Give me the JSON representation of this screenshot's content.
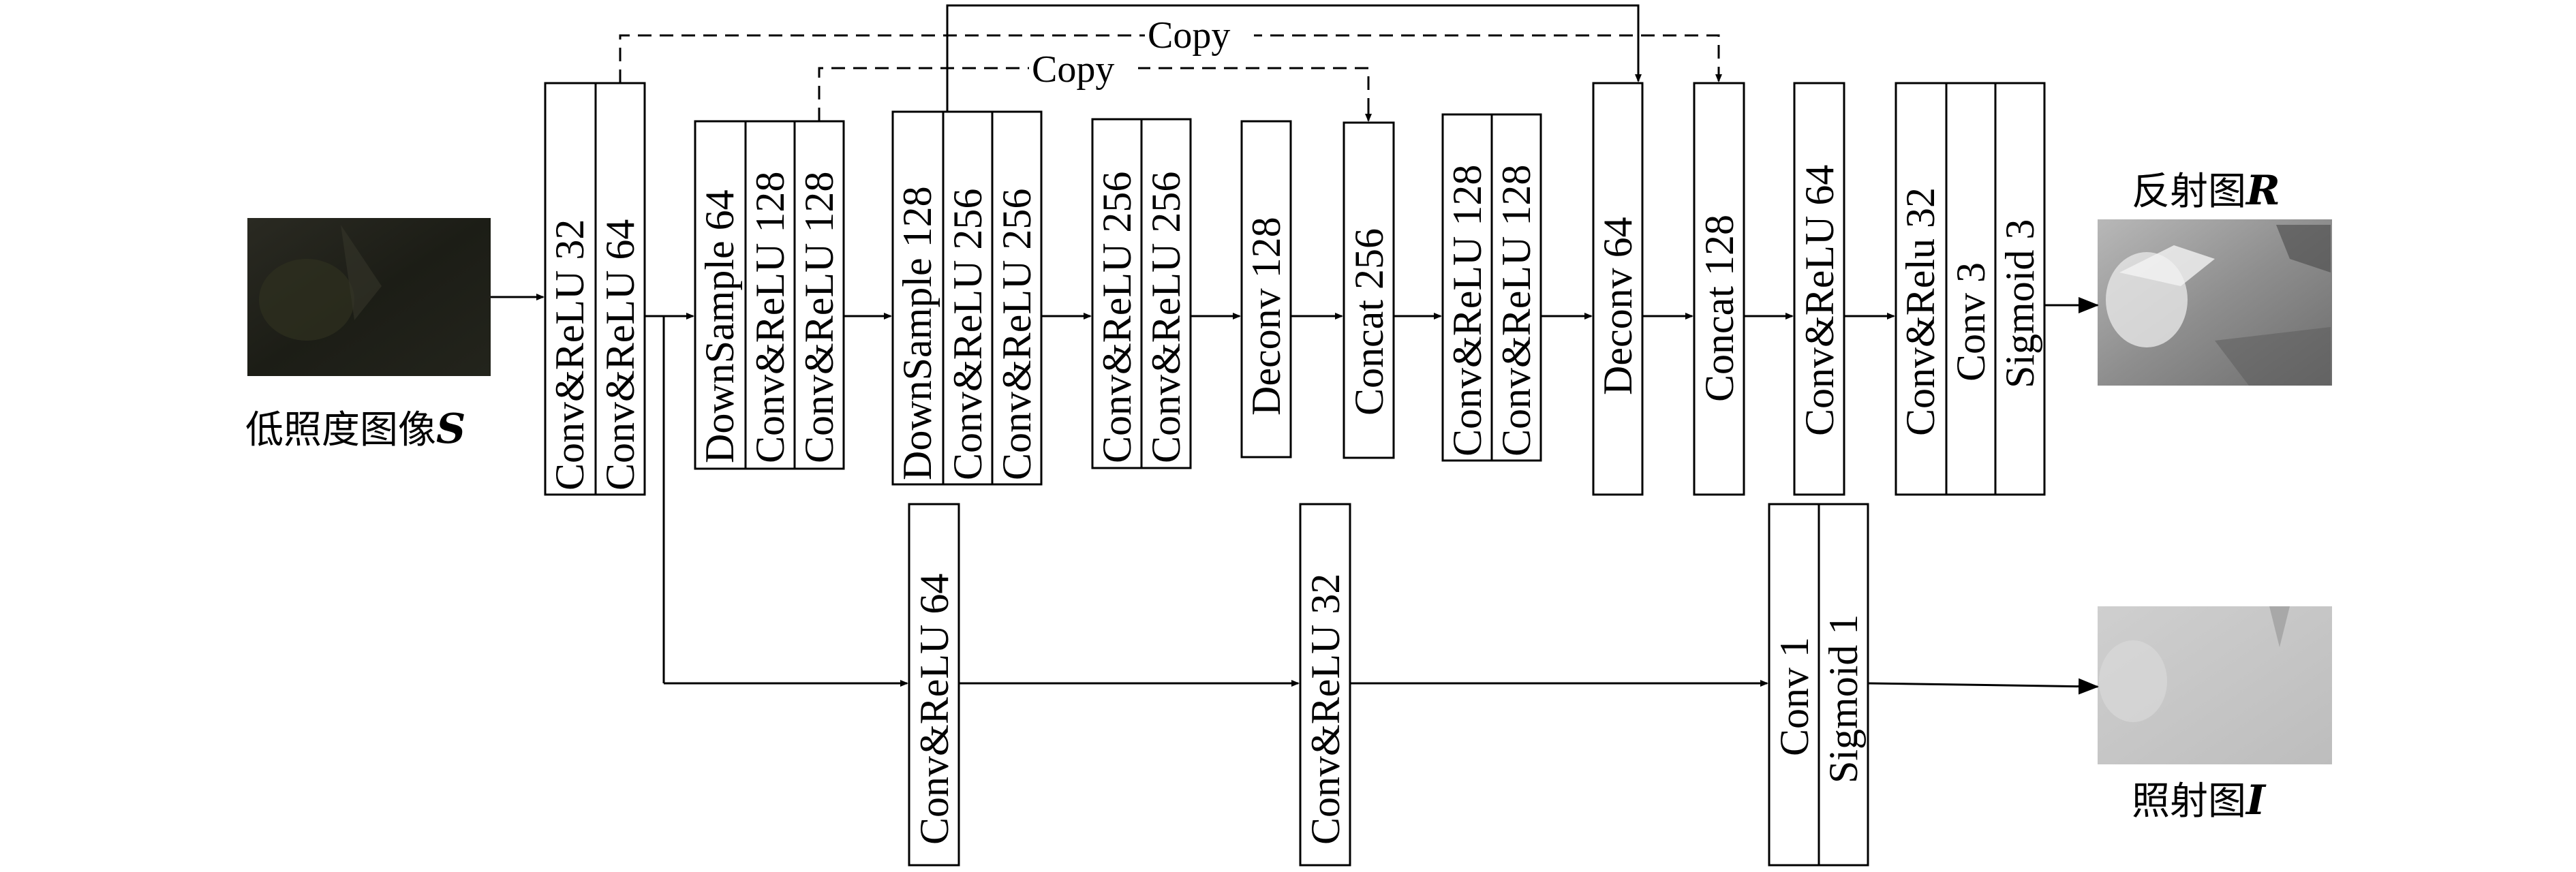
{
  "input": {
    "caption": "低照度图像",
    "symbol": "S"
  },
  "outputs": {
    "reflectance": {
      "caption": "反射图",
      "symbol": "R"
    },
    "illumination": {
      "caption": "照射图",
      "symbol": "I"
    }
  },
  "copy_label": "Copy",
  "blocks": {
    "b1": [
      "Conv&ReLU 32",
      "Conv&ReLU 64"
    ],
    "b2": [
      "DownSample 64",
      "Conv&ReLU 128",
      "Conv&ReLU 128"
    ],
    "b3": [
      "DownSample 128",
      "Conv&ReLU 256",
      "Conv&ReLU 256"
    ],
    "b4": [
      "Conv&ReLU 256",
      "Conv&ReLU 256"
    ],
    "b5": [
      "Deconv 128"
    ],
    "b6": [
      "Concat 256"
    ],
    "b7": [
      "Conv&ReLU 128",
      "Conv&ReLU 128"
    ],
    "b8": [
      "Deconv 64"
    ],
    "b9": [
      "Concat 128"
    ],
    "b10": [
      "Conv&ReLU 64"
    ],
    "b11": [
      "Conv&Relu 32",
      "Conv 3",
      "Sigmoid 3"
    ],
    "l1": [
      "Conv&ReLU 64"
    ],
    "l2": [
      "Conv&ReLU 32"
    ],
    "l3": [
      "Conv 1",
      "Sigmoid 1"
    ]
  }
}
